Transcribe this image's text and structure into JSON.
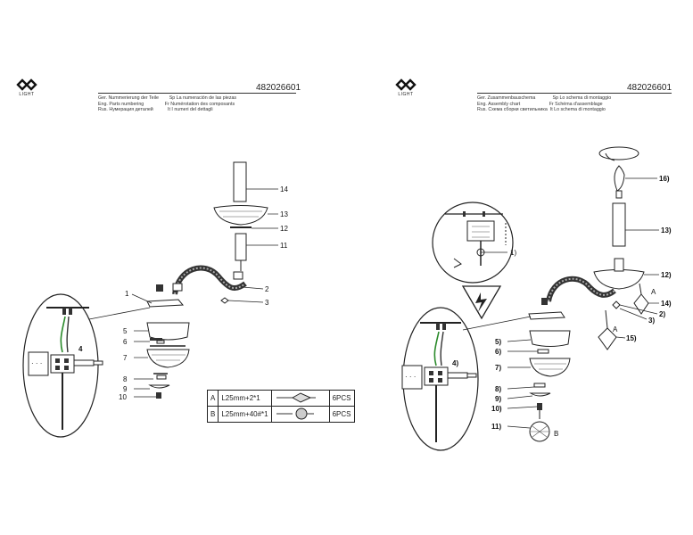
{
  "left": {
    "logo_text": "LIGHT",
    "code": "482026601",
    "captions": [
      {
        "left": "Ger. Nummerierung der Teile",
        "right": "Sp   La numeración de las piezas"
      },
      {
        "left": "Eng. Parts numbering",
        "right": "Fr   Numérotation des composants"
      },
      {
        "left": "Rus. Нумерация деталей",
        "right": "It   I numeri del dettagli"
      }
    ],
    "labels": [
      "1",
      "2",
      "3",
      "4",
      "5",
      "6",
      "7",
      "8",
      "9",
      "10",
      "11",
      "12",
      "13",
      "14"
    ],
    "table": [
      {
        "key": "A",
        "spec": "L25mm+2*1",
        "qty": "6PCS"
      },
      {
        "key": "B",
        "spec": "L25mm+40#*1",
        "qty": "6PCS"
      }
    ]
  },
  "right": {
    "logo_text": "LIGHT",
    "code": "482026601",
    "captions": [
      {
        "left": "Ger. Zusammenbauschema",
        "right": "Sp   Lo schema di montaggio"
      },
      {
        "left": "Eng. Assembly chart",
        "right": "Fr   Schéma d'assemblage"
      },
      {
        "left": "Rus. Схема сборки светильника",
        "right": "It   Lo schema di montaggio"
      }
    ],
    "labels": [
      "16)",
      "13)",
      "12)",
      "14)",
      "2)",
      "3)",
      "15)",
      "5)",
      "6)",
      "7)",
      "8)",
      "9)",
      "10)",
      "11)",
      "4)",
      "1)",
      "A",
      "A",
      "B"
    ]
  }
}
